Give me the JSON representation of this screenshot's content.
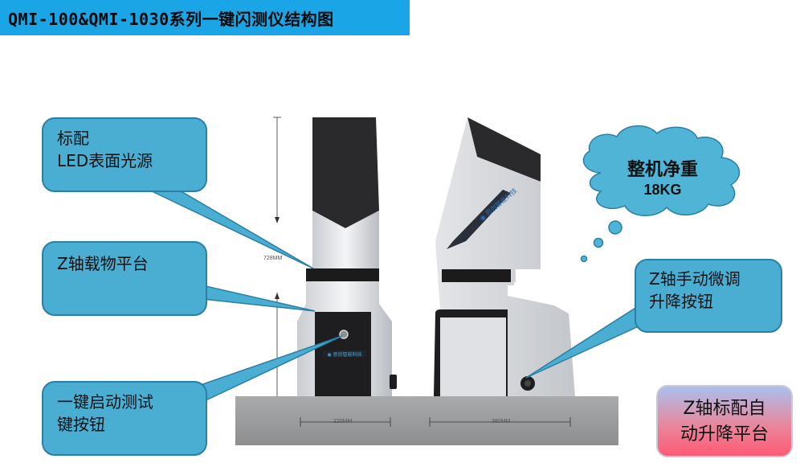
{
  "title": "QMI-100&QMI-1030系列一键闪测仪结构图",
  "callouts": {
    "led": {
      "line1": "标配",
      "line2": "LED表面光源"
    },
    "z_stage": {
      "label": "Z轴载物平台"
    },
    "one_key": {
      "line1": "一键启动测试",
      "line2": "键按钮"
    },
    "z_knob": {
      "line1": "Z轴手动微调",
      "line2": "升降按钮"
    },
    "z_auto": {
      "line1": "Z轴标配自",
      "line2": "动升降平台"
    }
  },
  "weight": {
    "label": "整机净重",
    "value": "18KG"
  },
  "dimensions": {
    "height": "728MM",
    "width_front": "220MM",
    "width_side": "380MM"
  },
  "colors": {
    "title_bar": "#1aa6e6",
    "callout": "#4aaed3",
    "cloud": "#4fb4d6"
  }
}
